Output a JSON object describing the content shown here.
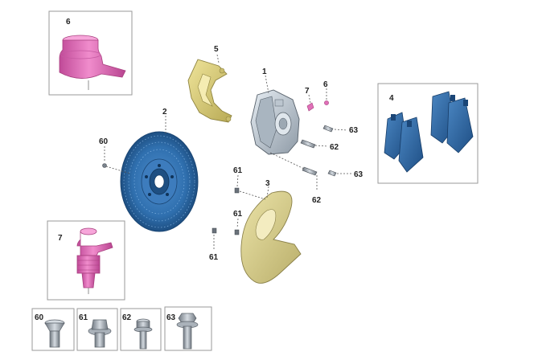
{
  "diagram": {
    "callouts": {
      "caliper": "1",
      "disc": "2",
      "shield": "3",
      "pads": "4",
      "bracket": "5",
      "cap_small": "6",
      "bleed_small": "7",
      "bolt_disc": "60",
      "bolt_shield_top": "61",
      "bolt_shield_mid": "61",
      "bolt_shield_low": "61",
      "bolt_caliper_upper": "62",
      "bolt_caliper_lower": "62",
      "bolt_bracket_upper": "63",
      "bolt_bracket_lower": "63"
    },
    "inset_cap": {
      "label": "6",
      "icon": "dust-cap-icon",
      "color": "#e070b8"
    },
    "inset_bleed": {
      "label": "7",
      "icon": "bleed-screw-icon",
      "color": "#e070b8"
    },
    "inset_pads": {
      "label": "4",
      "icon": "brake-pads-icon",
      "color": "#2f6fae"
    },
    "fastener_thumbs": [
      {
        "label": "60",
        "icon": "countersunk-screw-icon"
      },
      {
        "label": "61",
        "icon": "flange-screw-icon"
      },
      {
        "label": "62",
        "icon": "hex-bolt-icon"
      },
      {
        "label": "63",
        "icon": "flange-bolt-icon"
      }
    ],
    "colors": {
      "disc": "#2f6fae",
      "shield": "#d8cf8a",
      "bracket": "#d9cf7a",
      "caliper": "#c9d3dc",
      "fastener": "#9aa3ad"
    }
  }
}
